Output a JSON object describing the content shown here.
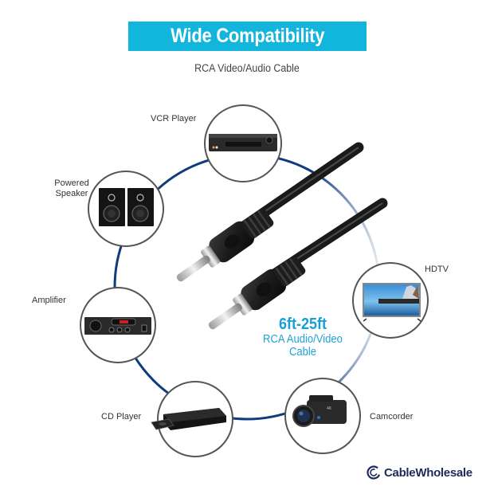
{
  "header": {
    "title": "Wide Compatibility",
    "subtitle": "RCA Video/Audio Cable",
    "banner_color": "#12B5DC"
  },
  "product": {
    "length": "6ft-25ft",
    "name_line1": "RCA Audio/Video",
    "name_line2": "Cable",
    "accent_color": "#17A0D6"
  },
  "devices": [
    {
      "label": "VCR Player",
      "icon": "vcr-icon"
    },
    {
      "label_line1": "Powered",
      "label_line2": "Speaker",
      "icon": "speaker-icon"
    },
    {
      "label": "Amplifier",
      "icon": "amplifier-icon"
    },
    {
      "label": "CD Player",
      "icon": "cd-player-icon"
    },
    {
      "label": "Camcorder",
      "icon": "camcorder-icon"
    },
    {
      "label": "HDTV",
      "icon": "tv-icon"
    }
  ],
  "brand": {
    "name": "CableWholesale",
    "color": "#1D2A5C"
  },
  "ring_color": "#0E3C7E"
}
